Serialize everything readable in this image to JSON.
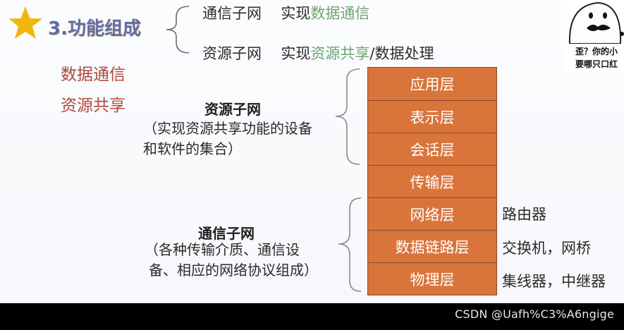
{
  "title": "3.功能组成",
  "top_items": [
    {
      "name": "通信子网",
      "verb": "实现",
      "hl": "数据通信",
      "rest": ""
    },
    {
      "name": "资源子网",
      "verb": "实现",
      "hl": "资源共享",
      "rest": "/数据处理"
    }
  ],
  "left_notes": [
    "数据通信",
    "资源共享"
  ],
  "layers": [
    "应用层",
    "表示层",
    "会话层",
    "传输层",
    "网络层",
    "数据链路层",
    "物理层"
  ],
  "devices": [
    "路由器",
    "交换机，网桥",
    "集线器，中继器"
  ],
  "resource_subnet": {
    "title": "资源子网",
    "desc_lines": [
      "（实现资源共享功能的设备",
      "和软件的集合）"
    ]
  },
  "comm_subnet": {
    "title": "通信子网",
    "desc_lines": [
      "（各种传输介质、通信设",
      "备、相应的网络协议组成）"
    ]
  },
  "meme_caption": [
    "歪？你的小",
    "要哪只口红"
  ],
  "watermark": "CSDN @Uafh%C3%A6ngige",
  "colors": {
    "layer_fill": "#d9743b",
    "highlight": "#6fa56f",
    "notes_red": "#b2473e",
    "title_blue": "#5a6ea6",
    "star": "#f2b70f"
  }
}
